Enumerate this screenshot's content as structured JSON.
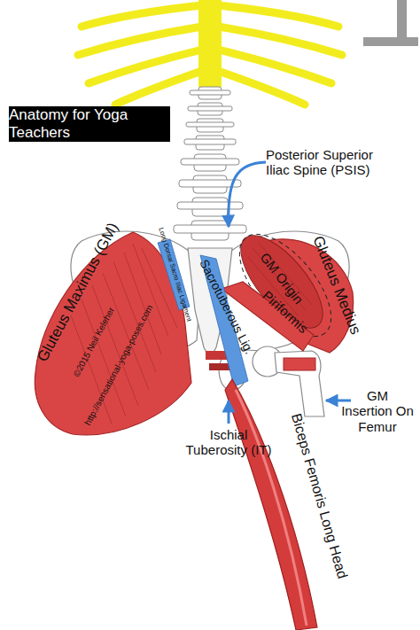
{
  "diagram": {
    "title": "Anatomy for Yoga Teachers",
    "labels": [
      "Posterior Superior Iliac Spine (PSIS)",
      "Gluteus Maximus (GM)",
      "©2015 Neil Keleher",
      "http://sensational-yoga-poses.com",
      "Long Dorsal Sacro Iliac Ligament",
      "GM Origin",
      "Gluteus Medius",
      "Piriformis",
      "Sacrotuberous Lig.",
      "Ischial Tuberosity (IT)",
      "GM Insertion On Femur",
      "Biceps Femoris Long Head"
    ]
  }
}
